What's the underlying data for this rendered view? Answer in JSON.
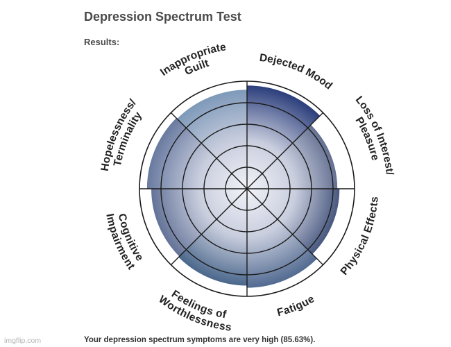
{
  "page": {
    "title": "Depression Spectrum Test",
    "results_label": "Results:",
    "summary": "Your depression spectrum symptoms are very high (85.63%).",
    "watermark": "imgflip.com"
  },
  "chart_data": {
    "type": "radial-segment",
    "max_value": 5,
    "rings": 5,
    "outline_color": "#1b1b1b",
    "fill_inner_color": "#f2f3f8",
    "series": [
      {
        "name": "Dejected Mood",
        "value": 4.8,
        "dark_color": "#1f3374"
      },
      {
        "name": "Loss of Interest/\nPleasure",
        "value": 4.2,
        "dark_color": "#3b4a72"
      },
      {
        "name": "Physical Effects",
        "value": 4.3,
        "dark_color": "#1c2f5e"
      },
      {
        "name": "Fatigue",
        "value": 4.6,
        "dark_color": "#3e5a84"
      },
      {
        "name": "Feelings of\nWorthlessness",
        "value": 4.5,
        "dark_color": "#2d5079"
      },
      {
        "name": "Cognitive\nImpairment",
        "value": 4.45,
        "dark_color": "#4a5c86"
      },
      {
        "name": "Hopelessness/\nTerminality",
        "value": 4.65,
        "dark_color": "#5b6e97"
      },
      {
        "name": "Inappropriate\nGuilt",
        "value": 4.6,
        "dark_color": "#7190b3"
      }
    ]
  }
}
